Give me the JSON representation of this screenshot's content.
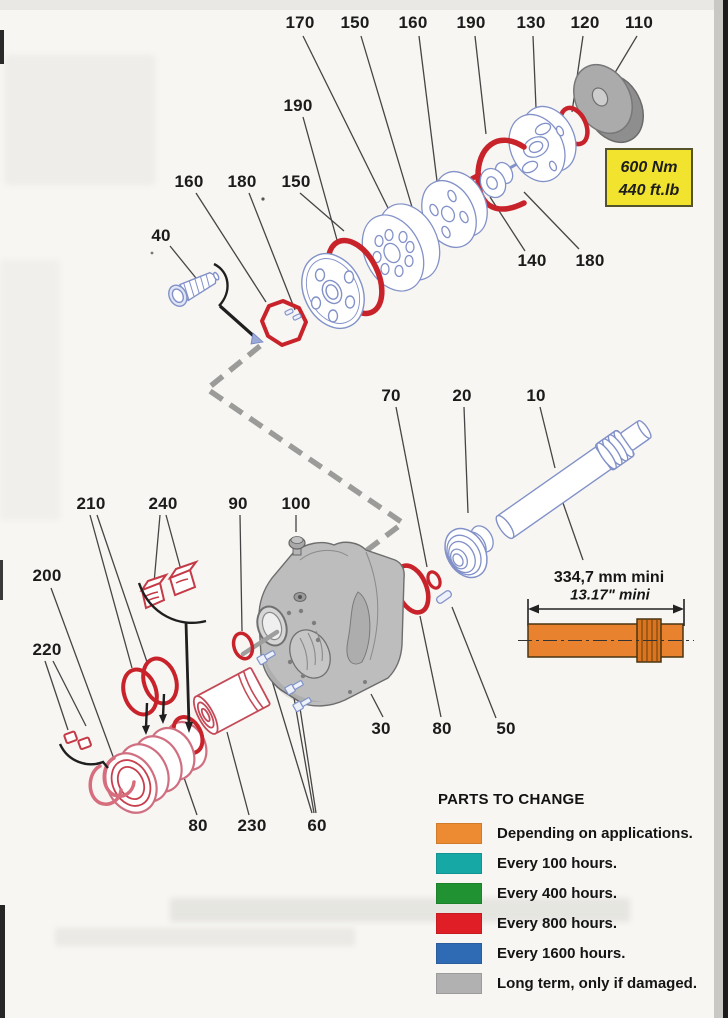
{
  "diagram": {
    "type": "exploded-parts-diagram",
    "torque_box": {
      "nm": "600 Nm",
      "ftlb": "440 ft.lb"
    },
    "dimension": {
      "metric": "334,7 mm mini",
      "imperial": "13.17\" mini"
    },
    "callouts": [
      {
        "text": "170"
      },
      {
        "text": "150"
      },
      {
        "text": "160"
      },
      {
        "text": "190"
      },
      {
        "text": "130"
      },
      {
        "text": "120"
      },
      {
        "text": "110"
      },
      {
        "text": "190"
      },
      {
        "text": "160"
      },
      {
        "text": "180"
      },
      {
        "text": "150"
      },
      {
        "text": "40"
      },
      {
        "text": "140"
      },
      {
        "text": "180"
      },
      {
        "text": "70"
      },
      {
        "text": "20"
      },
      {
        "text": "10"
      },
      {
        "text": "210"
      },
      {
        "text": "240"
      },
      {
        "text": "90"
      },
      {
        "text": "100"
      },
      {
        "text": "200"
      },
      {
        "text": "220"
      },
      {
        "text": "30"
      },
      {
        "text": "80"
      },
      {
        "text": "50"
      },
      {
        "text": "80"
      },
      {
        "text": "230"
      },
      {
        "text": "60"
      }
    ]
  },
  "legend": {
    "title": "PARTS TO CHANGE",
    "items": [
      {
        "color": "#ED8B33",
        "label": "Depending on applications."
      },
      {
        "color": "#16A8A5",
        "label": "Every 100 hours."
      },
      {
        "color": "#219231",
        "label": "Every 400 hours."
      },
      {
        "color": "#E01E25",
        "label": "Every 800 hours."
      },
      {
        "color": "#2F6AB4",
        "label": "Every 1600 hours."
      },
      {
        "color": "#B1B1B1",
        "label": "Long term, only if damaged."
      }
    ]
  },
  "colors": {
    "highlight_red": "#C8232B",
    "part_outline_blue": "#8291C8",
    "part_pink": "#D4788A",
    "housing_gray": "#BDBDBD",
    "shaft_orange": "#E8822E"
  }
}
